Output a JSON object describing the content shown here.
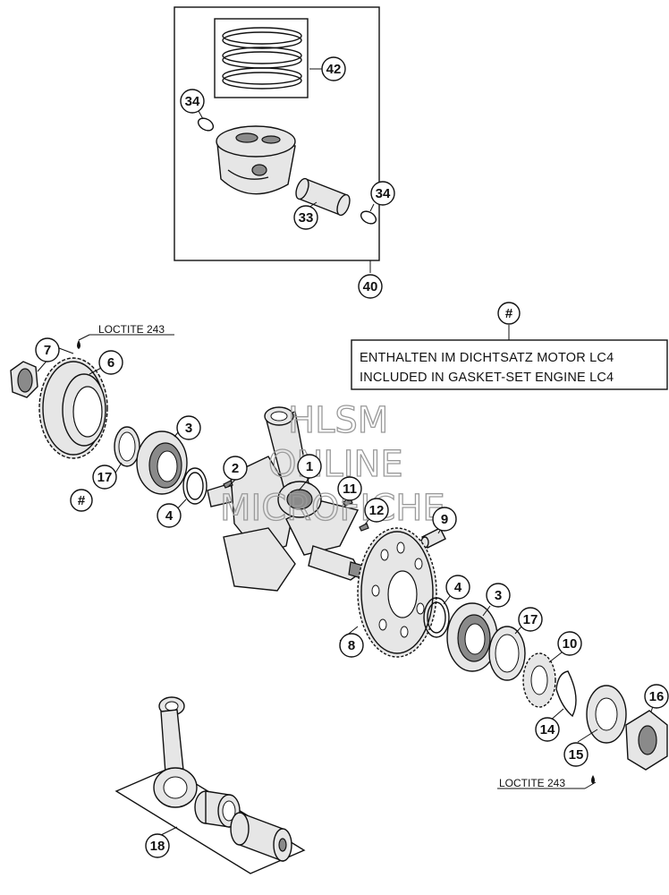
{
  "callouts": {
    "c42": "42",
    "c34a": "34",
    "c34b": "34",
    "c33": "33",
    "c40": "40",
    "c7": "7",
    "c6": "6",
    "c3a": "3",
    "c2": "2",
    "c1": "1",
    "c17a": "17",
    "c_hash_a": "#",
    "c4a": "4",
    "c11": "11",
    "c12": "12",
    "c9": "9",
    "c8": "8",
    "c4b": "4",
    "c3b": "3",
    "c17b": "17",
    "c10": "10",
    "c14": "14",
    "c15": "15",
    "c16": "16",
    "c18": "18",
    "c_hash_b": "#"
  },
  "notes": {
    "loctite_top": "LOCTITE 243",
    "loctite_bottom": "LOCTITE 243"
  },
  "gasket_note": {
    "line1": "ENTHALTEN IM DICHTSATZ MOTOR LC4",
    "line2": "INCLUDED IN GASKET-SET ENGINE LC4"
  },
  "watermark": {
    "line1": "HLSM",
    "line2": "ONLINE",
    "line3": "MICROFICHE"
  }
}
